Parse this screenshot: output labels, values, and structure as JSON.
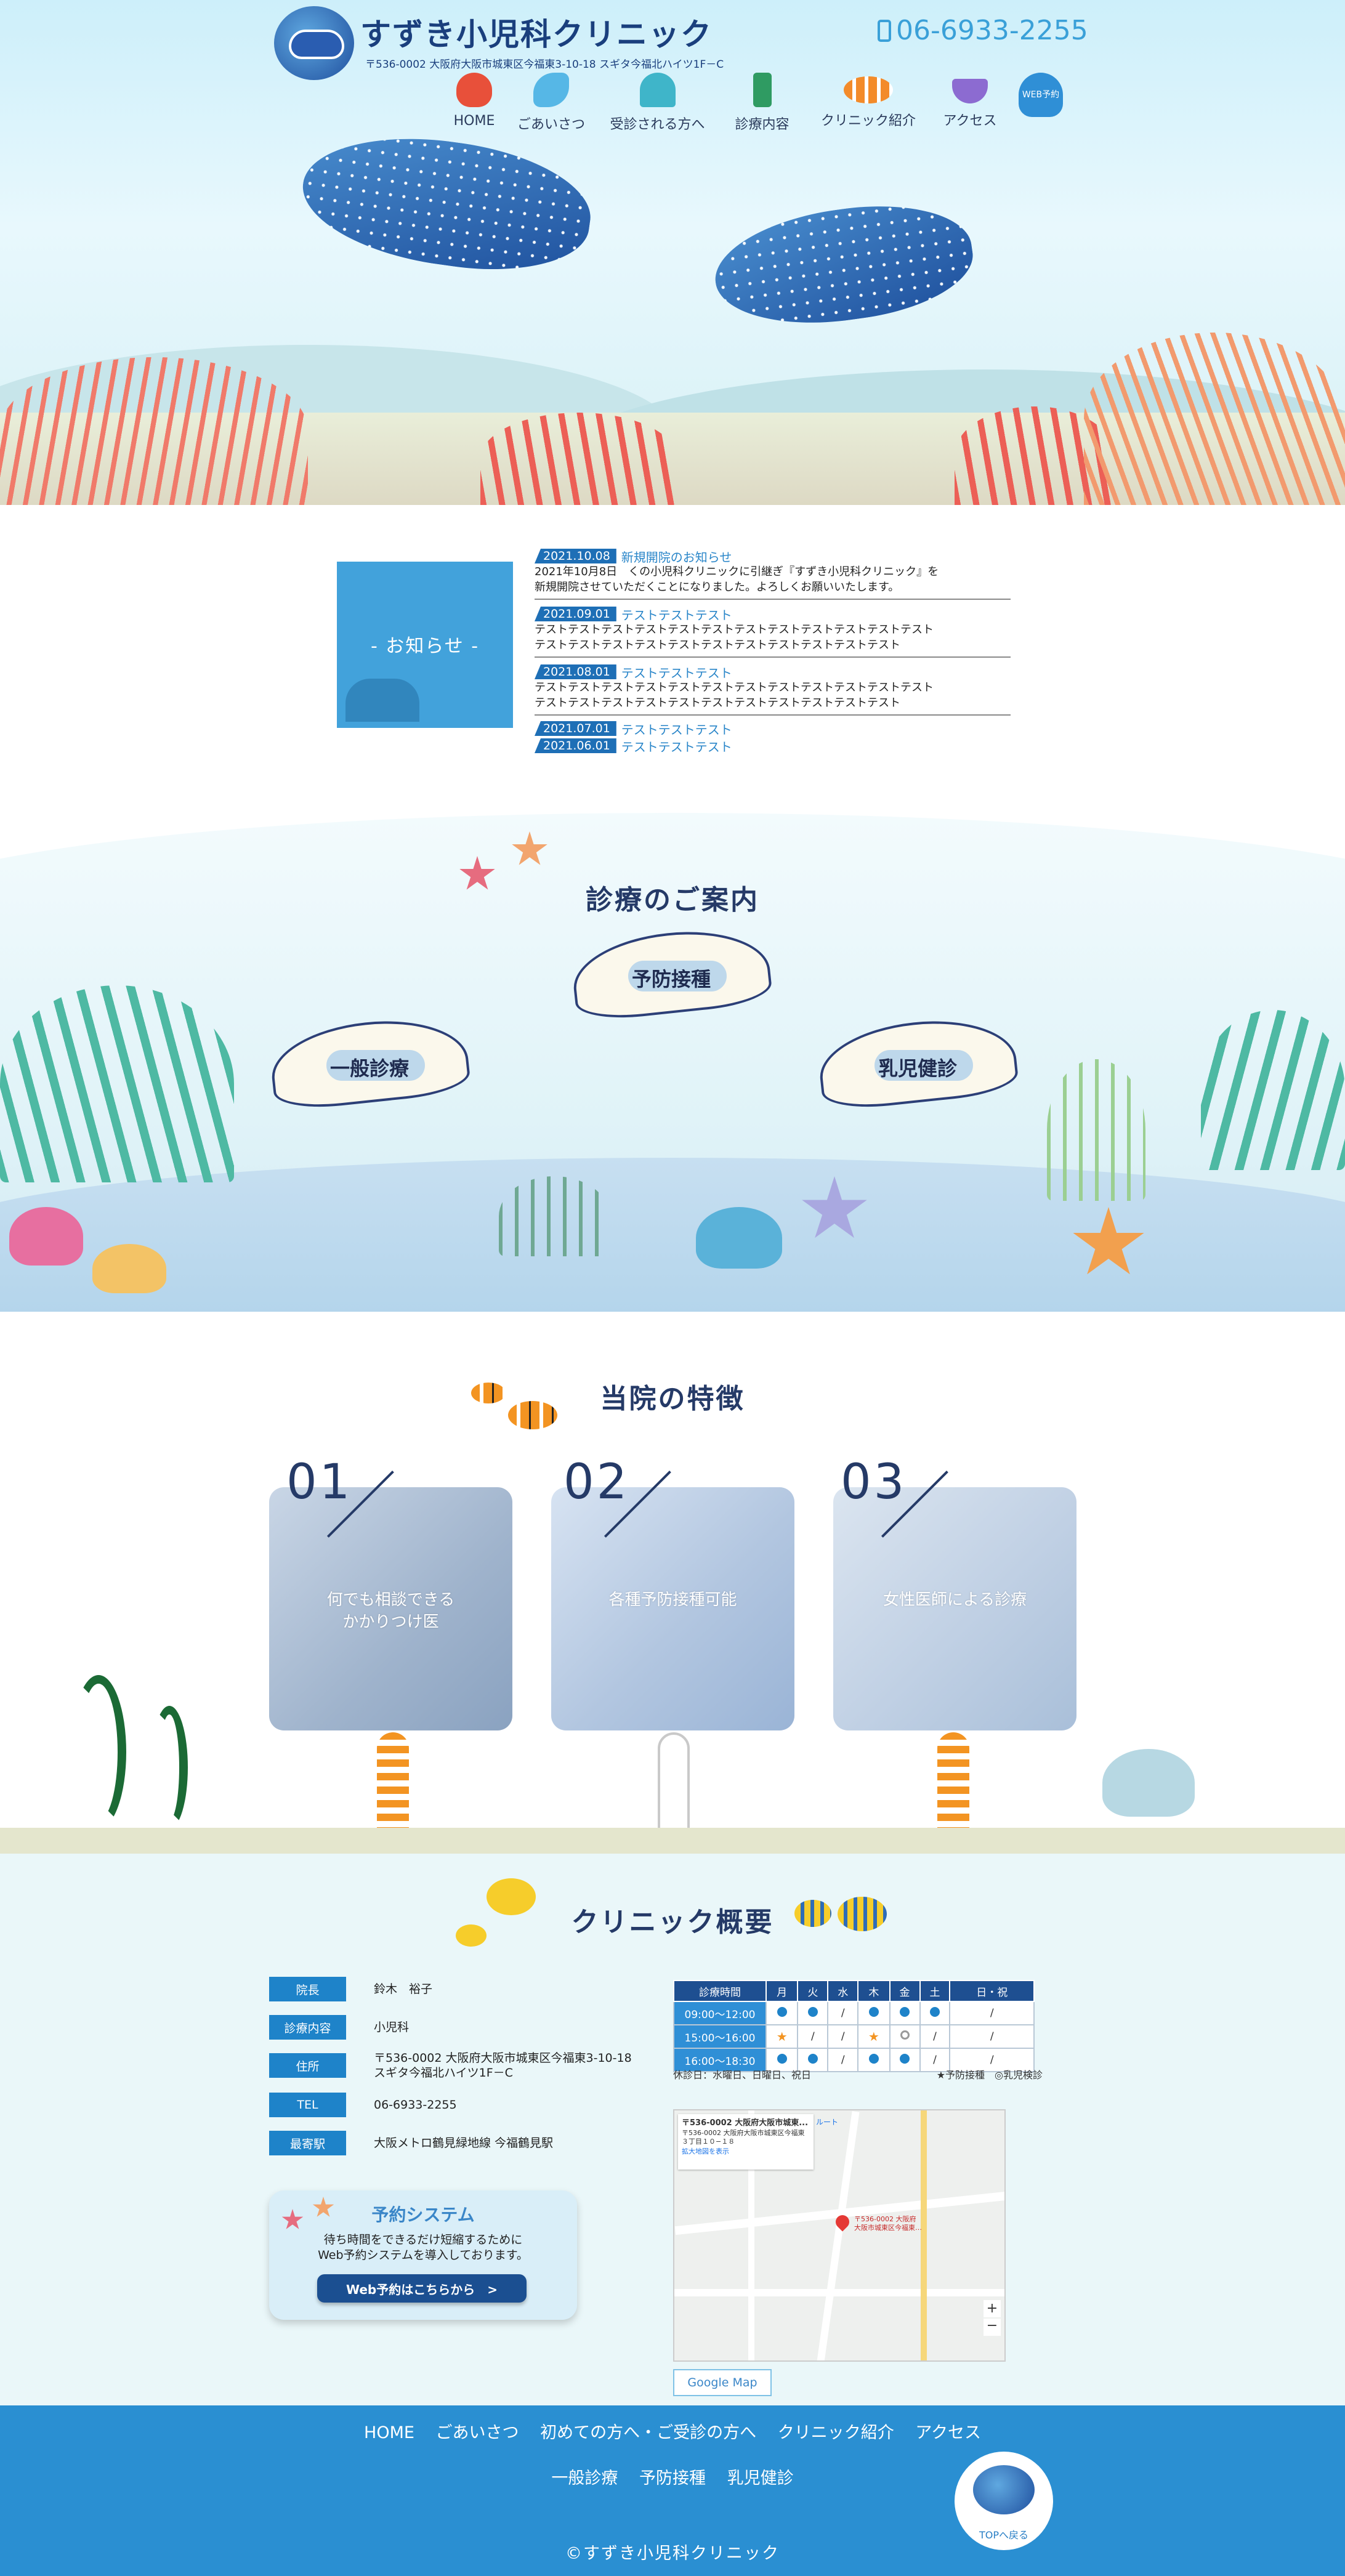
{
  "header": {
    "clinic_name": "すずき小児科クリニック",
    "address": "〒536-0002 大阪府大阪市城東区今福東3-10-18 スギタ今福北ハイツ1F－C",
    "phone": "06-6933-2255",
    "nav": [
      {
        "label": "HOME",
        "icon": "crab-icon",
        "color": "#e8503a"
      },
      {
        "label": "ごあいさつ",
        "icon": "dolphin-icon",
        "color": "#56b7e6"
      },
      {
        "label": "受診される方へ",
        "icon": "shell-icon",
        "color": "#3fb5c9"
      },
      {
        "label": "診療内容",
        "icon": "anchor-icon",
        "color": "#2f9b62"
      },
      {
        "label": "クリニック紹介",
        "icon": "clownfish-icon",
        "color": "#f38b2a"
      },
      {
        "label": "アクセス",
        "icon": "ship-icon",
        "color": "#8c6bd1"
      },
      {
        "label": "WEB予約",
        "icon": "jellyfish-icon",
        "color": "#2f8fd6"
      }
    ]
  },
  "news": {
    "heading": "- お知らせ -",
    "items": [
      {
        "date": "2021.10.08",
        "title": "新規開院のお知らせ",
        "body": "2021年10月8日　くの小児科クリニックに引継ぎ『すずき小児科クリニック』を\n新規開院させていただくことになりました。よろしくお願いいたします。"
      },
      {
        "date": "2021.09.01",
        "title": "テストテストテスト",
        "body": "テストテストテストテストテストテストテストテストテストテストテストテスト\nテストテストテストテストテストテストテストテストテストテストテスト"
      },
      {
        "date": "2021.08.01",
        "title": "テストテストテスト",
        "body": "テストテストテストテストテストテストテストテストテストテストテストテスト\nテストテストテストテストテストテストテストテストテストテストテスト"
      },
      {
        "date": "2021.07.01",
        "title": "テストテストテスト",
        "body": ""
      },
      {
        "date": "2021.06.01",
        "title": "テストテストテスト",
        "body": ""
      }
    ]
  },
  "medical": {
    "title": "診療のご案内",
    "items": [
      "予防接種",
      "一般診療",
      "乳児健診"
    ]
  },
  "features": {
    "title": "当院の特徴",
    "items": [
      {
        "num": "01",
        "text": "何でも相談できる\nかかりつけ医"
      },
      {
        "num": "02",
        "text": "各種予防接種可能"
      },
      {
        "num": "03",
        "text": "女性医師による診療"
      }
    ]
  },
  "clinic": {
    "title": "クリニック概要",
    "info": [
      {
        "label": "院長",
        "value": "鈴木　裕子"
      },
      {
        "label": "診療内容",
        "value": "小児科"
      },
      {
        "label": "住所",
        "value": "〒536-0002 大阪府大阪市城東区今福東3-10-18\nスギタ今福北ハイツ1F－C"
      },
      {
        "label": "TEL",
        "value": "06-6933-2255"
      },
      {
        "label": "最寄駅",
        "value": "大阪メトロ鶴見緑地線 今福鶴見駅"
      }
    ],
    "reserve": {
      "title": "予約システム",
      "text": "待ち時間をできるだけ短縮するために\nWeb予約システムを導入しております。",
      "button": "Web予約はこちらから　>"
    },
    "hours": {
      "headers": [
        "診療時間",
        "月",
        "火",
        "水",
        "木",
        "金",
        "土",
        "日・祝"
      ],
      "rows": [
        {
          "time": "09:00～12:00",
          "cells": [
            "dot",
            "dot",
            "/",
            "dot",
            "dot",
            "dot",
            "/"
          ]
        },
        {
          "time": "15:00～16:00",
          "cells": [
            "star",
            "/",
            "/",
            "star",
            "ring",
            "/",
            "/"
          ]
        },
        {
          "time": "16:00～18:30",
          "cells": [
            "dot",
            "dot",
            "/",
            "dot",
            "dot",
            "/",
            "/"
          ]
        }
      ],
      "closed": "休診日：水曜日、日曜日、祝日",
      "legend": "★予防接種　◎乳児検診"
    },
    "map": {
      "card_title": "〒536-0002 大阪府大阪市城東...",
      "card_text": "〒536-0002 大阪府大阪市城東区今福東３丁目１０−１８",
      "card_link": "拡大地図を表示",
      "route": "ルート",
      "pin_label": "〒536-0002 大阪府大阪市城東区今福東…"
    },
    "map_button": "Google Map"
  },
  "footer": {
    "nav1": [
      "HOME",
      "ごあいさつ",
      "初めての方へ・ご受診の方へ",
      "クリニック紹介",
      "アクセス"
    ],
    "nav2": [
      "一般診療",
      "予防接種",
      "乳児健診"
    ],
    "copyright": "©すずき小児科クリニック",
    "to_top": "TOPへ戻る"
  },
  "colors": {
    "brand_blue": "#1e83c9",
    "navy": "#253a67",
    "footer_blue": "#2a8fd2"
  }
}
